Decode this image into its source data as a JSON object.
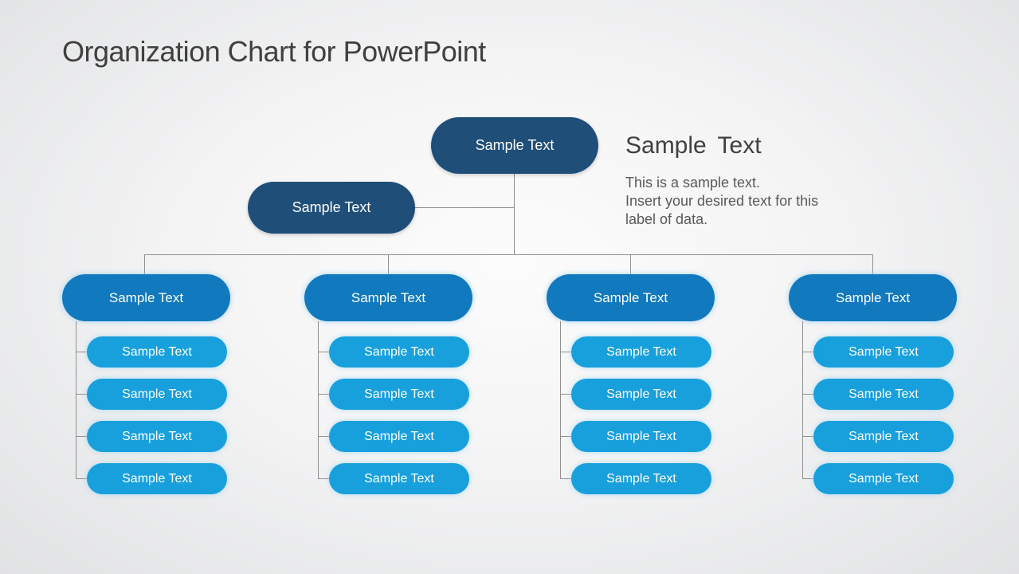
{
  "page": {
    "title": "Organization Chart for PowerPoint"
  },
  "colors": {
    "level1": "#1F4E79",
    "level2": "#1179BD",
    "level3": "#18A0DC",
    "connector": "#909090",
    "pill_text": "#FFFFFF",
    "title_text": "#404040",
    "heading_text": "#404040",
    "body_text": "#595959"
  },
  "callout": {
    "heading": "Sample Text",
    "body_lines": [
      "This is a sample text.",
      "Insert your desired text for this",
      "label of data."
    ]
  },
  "tree": {
    "root": {
      "label": "Sample Text"
    },
    "assistant": {
      "label": "Sample Text"
    },
    "branches": [
      {
        "label": "Sample Text",
        "children": [
          "Sample Text",
          "Sample Text",
          "Sample Text",
          "Sample Text"
        ]
      },
      {
        "label": "Sample Text",
        "children": [
          "Sample Text",
          "Sample Text",
          "Sample Text",
          "Sample Text"
        ]
      },
      {
        "label": "Sample Text",
        "children": [
          "Sample Text",
          "Sample Text",
          "Sample Text",
          "Sample Text"
        ]
      },
      {
        "label": "Sample Text",
        "children": [
          "Sample Text",
          "Sample Text",
          "Sample Text",
          "Sample Text"
        ]
      }
    ]
  }
}
